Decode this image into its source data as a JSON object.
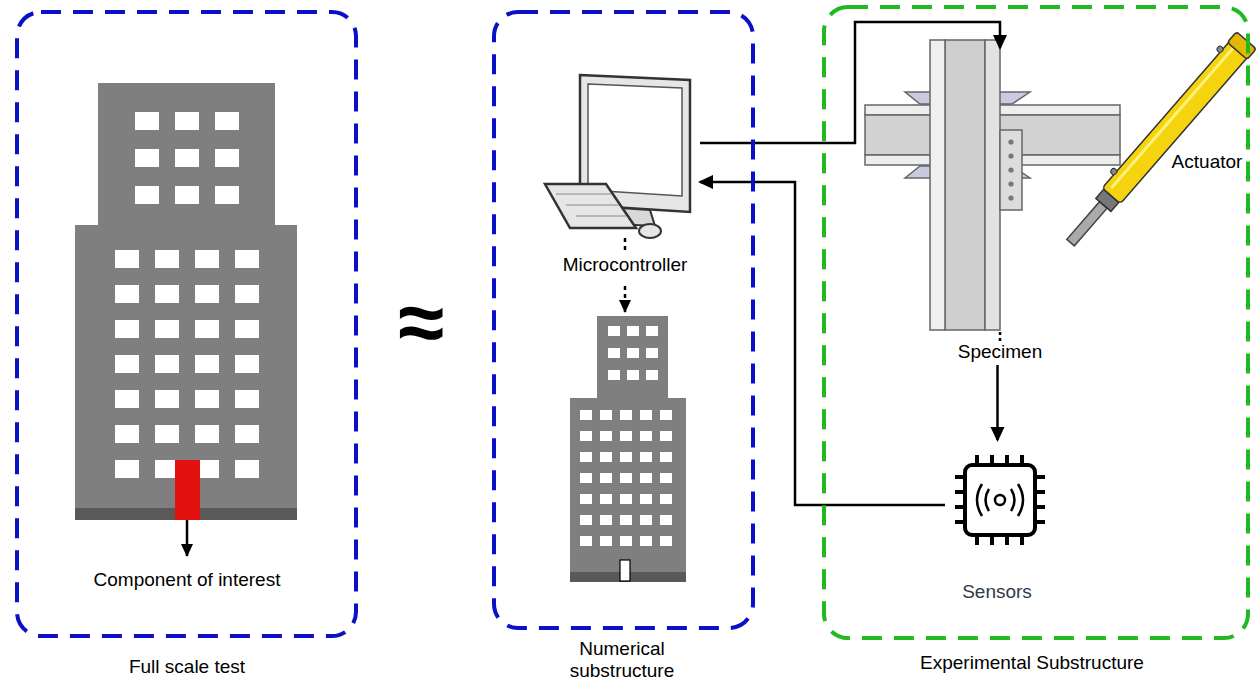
{
  "diagram": {
    "nodes": [
      {
        "text": [
          "Full scale test"
        ]
      },
      {
        "text": [
          "Numerical substructure"
        ]
      },
      {
        "text": [
          "Microcontroller"
        ],
        "in": 1
      },
      {
        "text": [
          "Experimental Substructure"
        ]
      },
      {
        "text": [
          "Actuator"
        ],
        "in": 3
      },
      {
        "text": [
          "Specimen"
        ],
        "in": 3
      },
      {
        "text": [
          "Sensors"
        ],
        "in": 3
      }
    ],
    "edges": [
      {
        "from": 2,
        "to": 4,
        "arrow": "to"
      },
      {
        "from": 6,
        "to": 2,
        "arrow": "to"
      },
      {
        "from": 5,
        "to": 6,
        "arrow": "to"
      }
    ],
    "labels": [
      "Component of interest",
      "≈"
    ]
  }
}
